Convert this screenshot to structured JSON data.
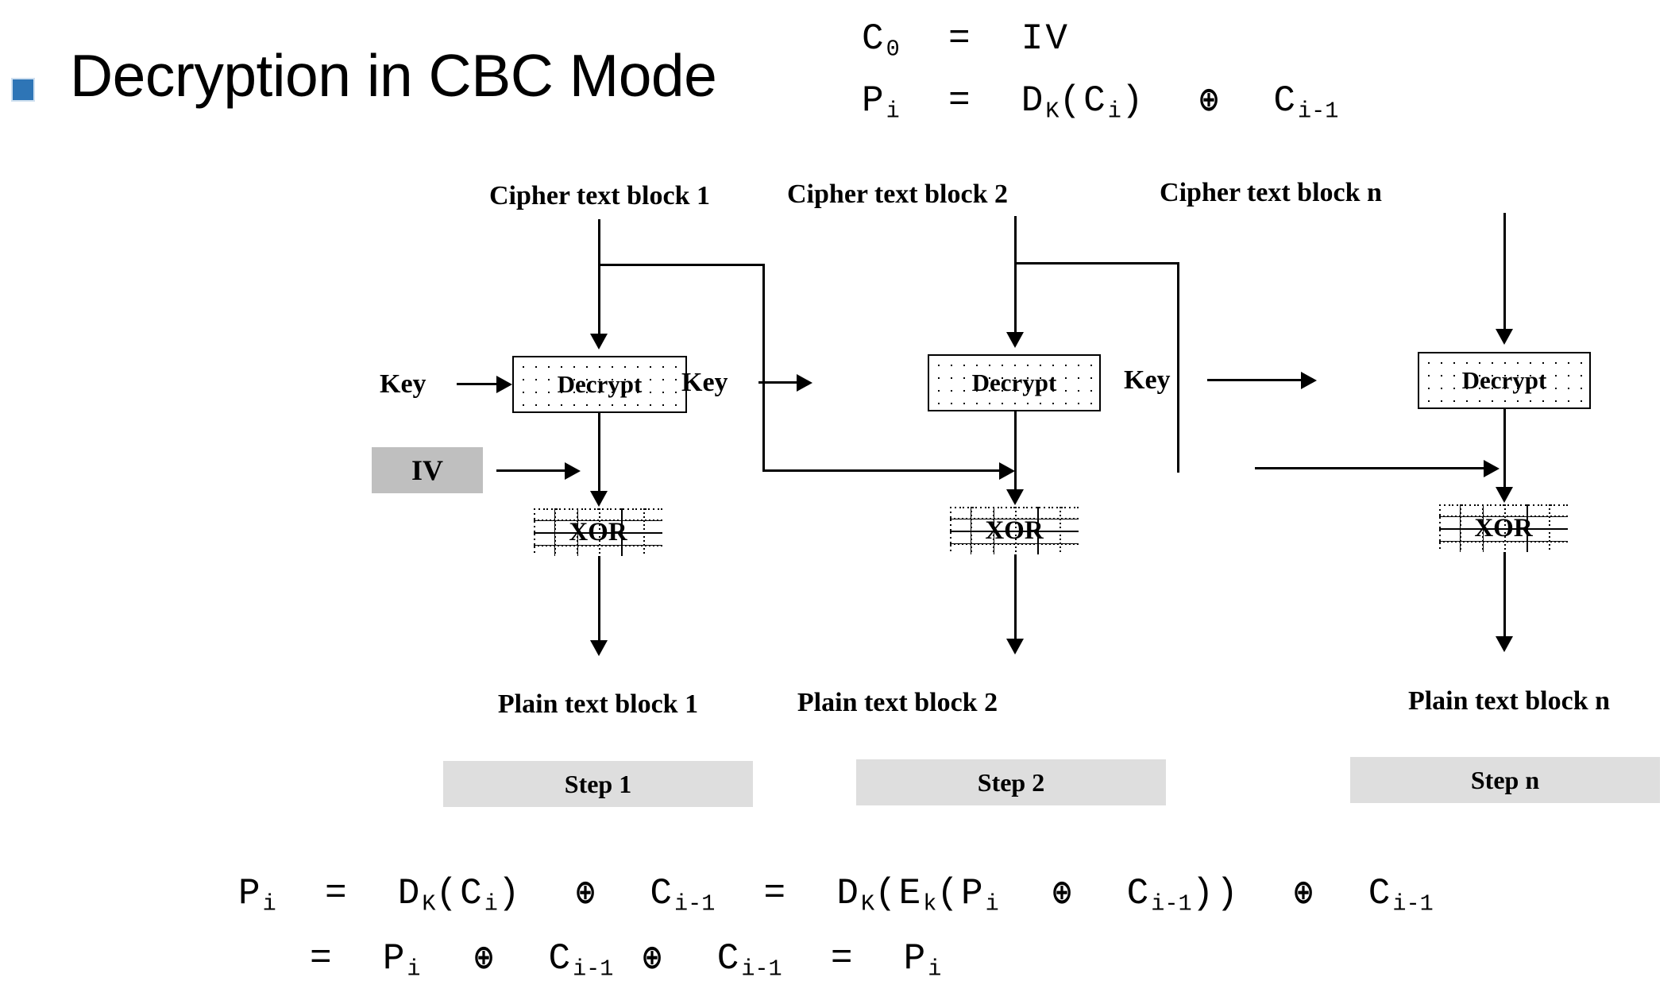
{
  "slide": {
    "bullet_color": "#2E75B6",
    "title": "Decryption in CBC Mode"
  },
  "top_formula": {
    "line1": {
      "lhs": "C",
      "lhs_sub": "0",
      "eq": "=",
      "rhs": "IV"
    },
    "line2_parts": [
      "P",
      "i",
      "=",
      "D",
      "K",
      "(C",
      "i",
      ")",
      "⊕",
      "C",
      "i-1"
    ],
    "line1_text": "C₀ = IV",
    "line2_text": "Pᵢ = Dₖ(Cᵢ) ⊕ Cᵢ₋₁"
  },
  "diagram": {
    "key_label": "Key",
    "decrypt_label": "Decrypt",
    "xor_label": "XOR",
    "iv_label": "IV",
    "columns": [
      {
        "cipher_label": "Cipher text block 1",
        "plain_label": "Plain text block 1",
        "step_label": "Step 1"
      },
      {
        "cipher_label": "Cipher text block 2",
        "plain_label": "Plain text block 2",
        "step_label": "Step 2"
      },
      {
        "cipher_label": "Cipher text block n",
        "plain_label": "Plain text block n",
        "step_label": "Step n"
      }
    ],
    "colors": {
      "iv_fill": "#BFBFBF",
      "step_fill": "#DEDEDE",
      "line": "#000000"
    }
  },
  "bottom_formula": {
    "line1_text": "Pᵢ = Dₖ(Cᵢ) ⊕ Cᵢ₋₁ = Dₖ(Eₖ(Pᵢ ⊕ Cᵢ₋₁)) ⊕ Cᵢ₋₁",
    "line2_text": "= Pᵢ ⊕ Cᵢ₋₁ ⊕ Cᵢ₋₁ = Pᵢ"
  }
}
